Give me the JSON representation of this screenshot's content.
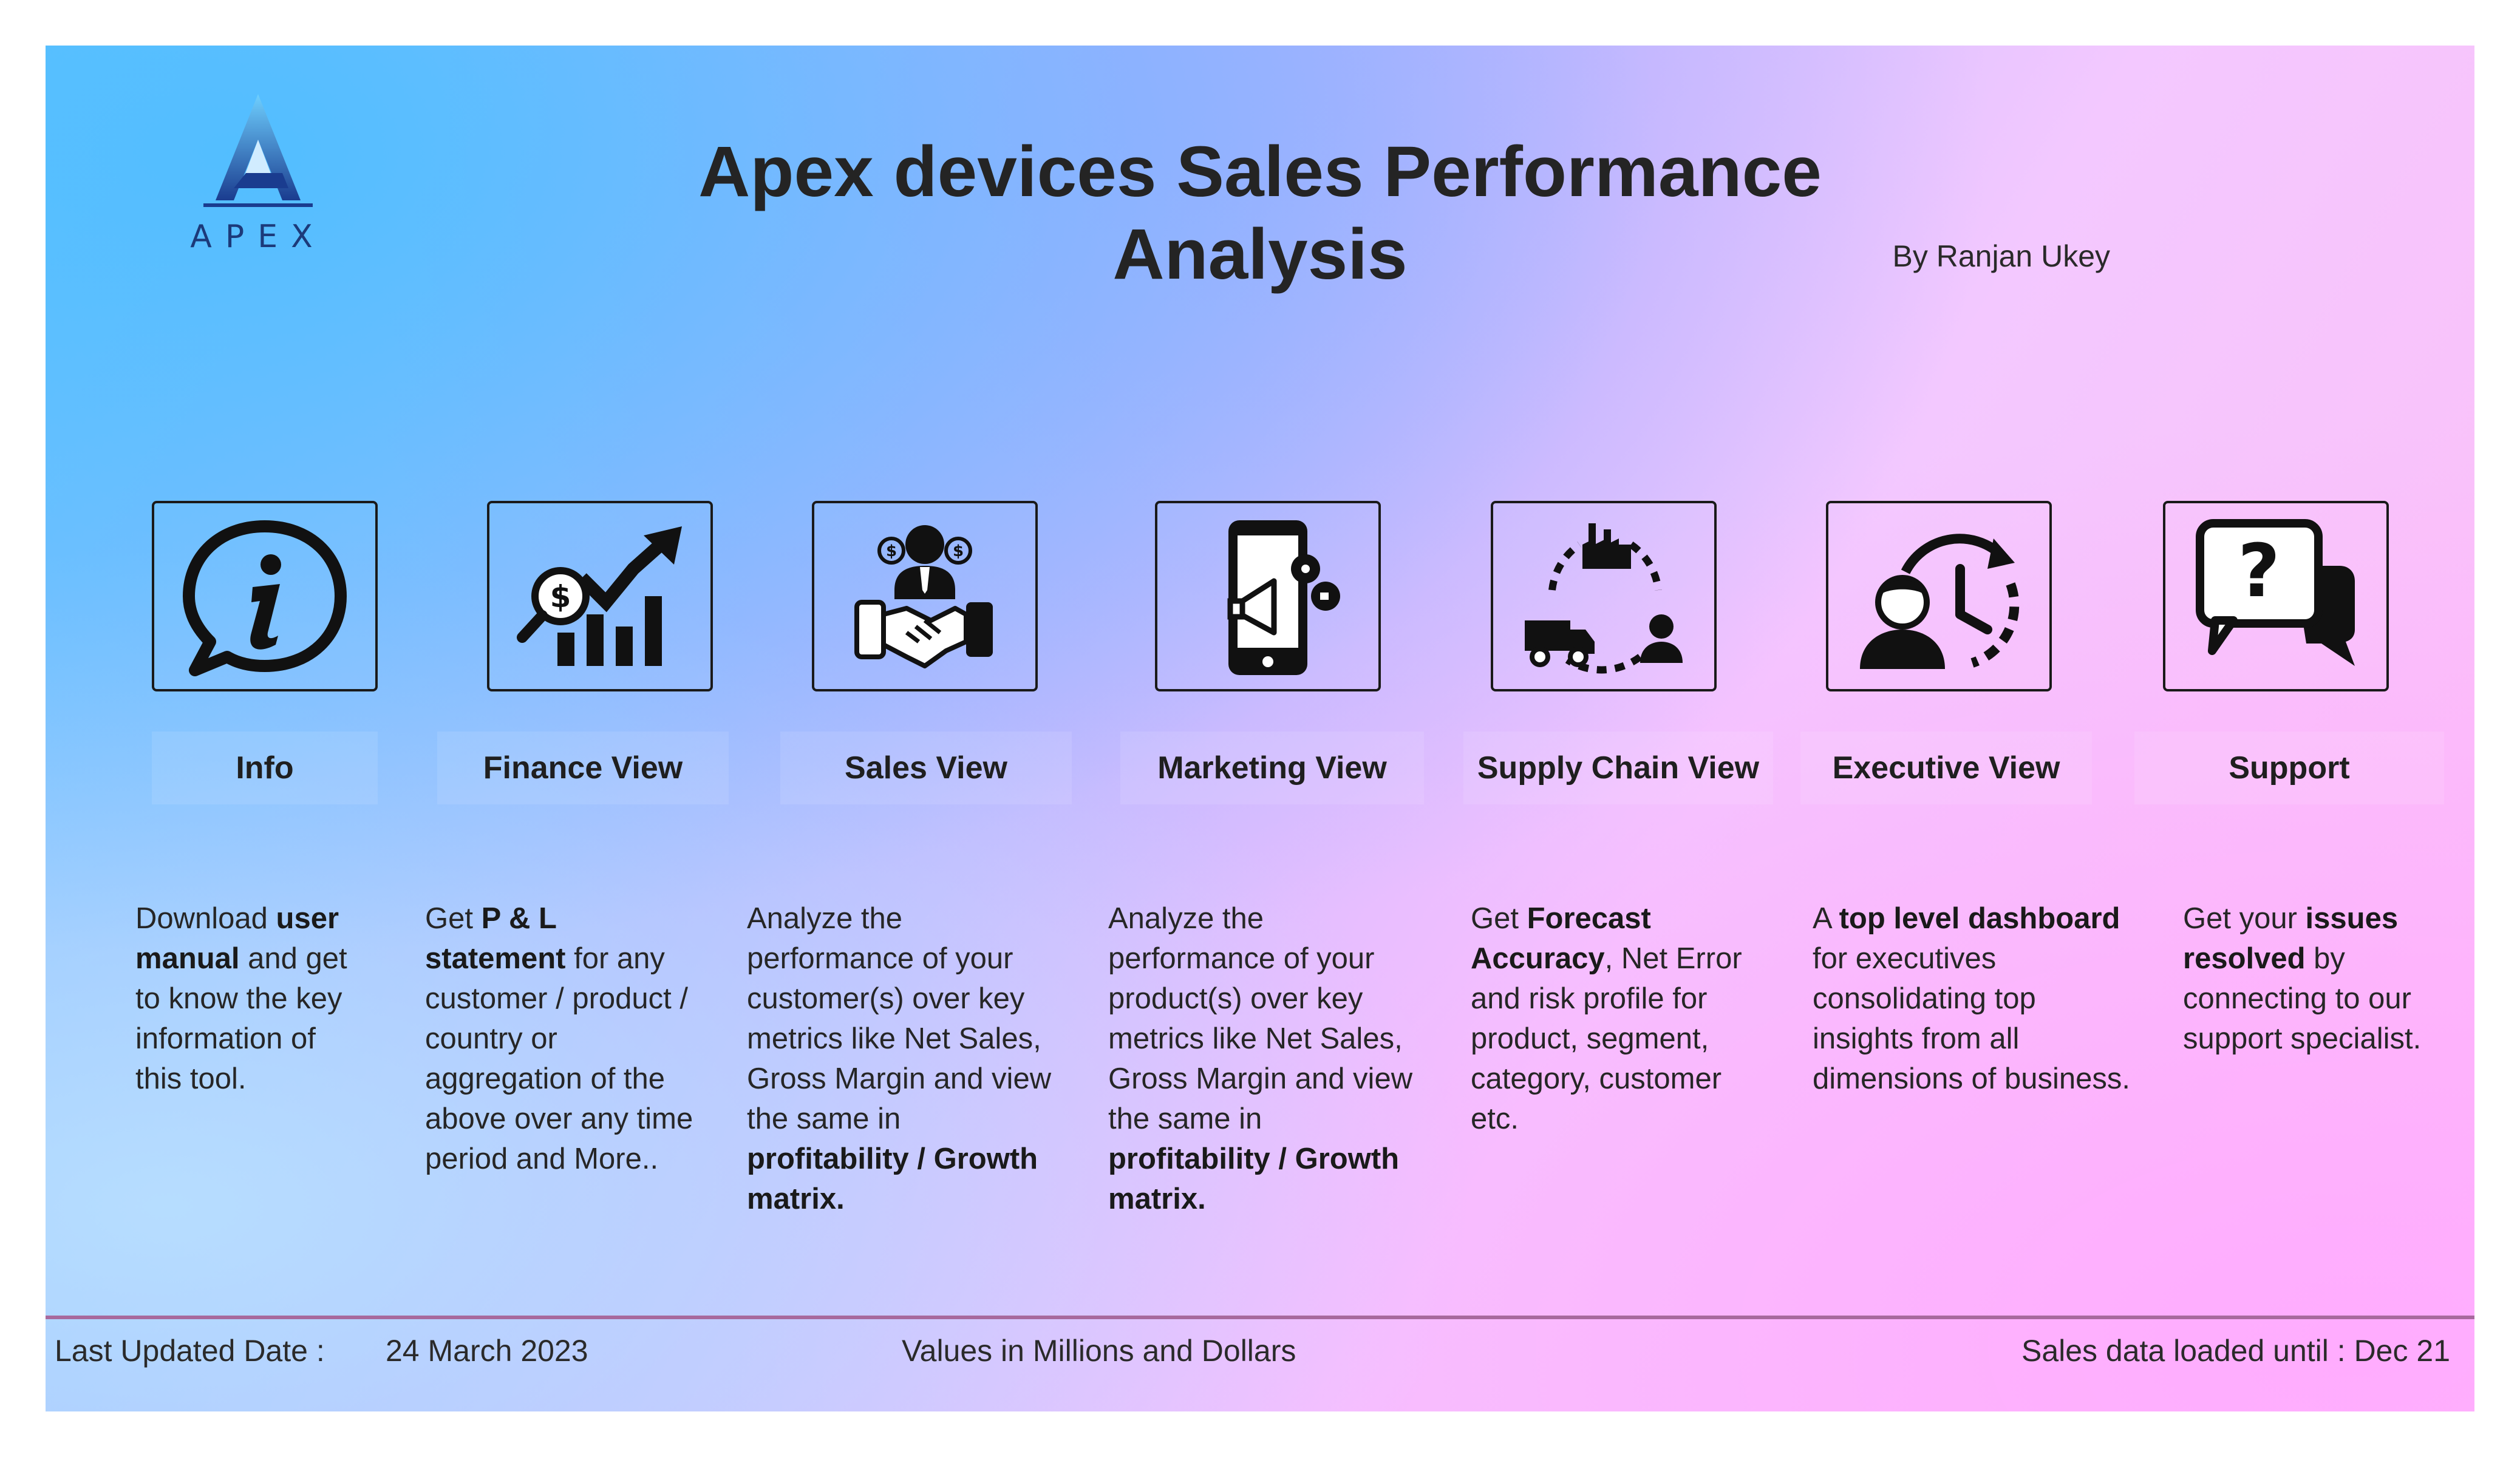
{
  "logo": {
    "text": "APEX"
  },
  "header": {
    "title": "Apex devices Sales Performance Analysis",
    "byline": "By Ranjan Ukey"
  },
  "nav": [
    {
      "label": "Info",
      "icon": "info-icon"
    },
    {
      "label": "Finance View",
      "icon": "finance-chart-icon"
    },
    {
      "label": "Sales View",
      "icon": "handshake-icon"
    },
    {
      "label": "Marketing View",
      "icon": "mobile-marketing-icon"
    },
    {
      "label": "Supply Chain View",
      "icon": "supply-chain-icon"
    },
    {
      "label": "Executive View",
      "icon": "executive-clock-icon"
    },
    {
      "label": "Support",
      "icon": "help-chat-icon"
    }
  ],
  "descriptions": {
    "info": {
      "p1": "Download ",
      "b1": "user manual",
      "p2": " and get to know the key information of this tool."
    },
    "finance": {
      "p1": "Get  ",
      "b1": "P & L statement",
      "p2": " for any customer / product / country or aggregation of the above over any time period and More.."
    },
    "sales": {
      "p1": "Analyze the performance of your customer(s) over key metrics like Net Sales, Gross Margin and view the same in ",
      "b1": "profitability / Growth matrix."
    },
    "marketing": {
      "p1": "Analyze the performance of your product(s) over key metrics like Net Sales, Gross Margin and view the same in ",
      "b1": "profitability / Growth matrix."
    },
    "supply": {
      "p1": "Get ",
      "b1": "Forecast Accuracy",
      "p2": ", Net Error and risk profile for product, segment, category, customer etc."
    },
    "executive": {
      "p1": "A ",
      "b1": "top level dashboard",
      "p2": " for executives consolidating top insights from all dimensions of business."
    },
    "support": {
      "p1": "Get your ",
      "b1": "issues resolved",
      "p2": " by connecting to our support specialist."
    }
  },
  "footer": {
    "last_updated_label": "Last Updated Date :",
    "last_updated_value": "24 March 2023",
    "units_note": "Values in Millions and Dollars",
    "data_until": "Sales data loaded until : Dec 21"
  },
  "colors": {
    "footer_line": "#a7699d",
    "logo_blue": "#1c3a7a",
    "icon": "#1a1a1a"
  }
}
